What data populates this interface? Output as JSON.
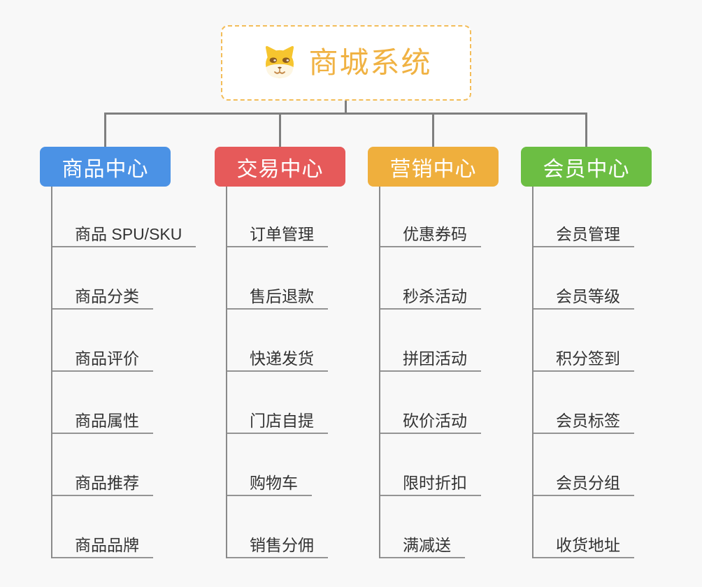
{
  "canvas": {
    "background": "#f8f8f8",
    "connector_color": "#7f7f7f",
    "underline_color": "#949494"
  },
  "root": {
    "title": "商城系统",
    "icon": "dog-face-icon",
    "text_color": "#f0b243",
    "border_color": "#f3bd59"
  },
  "branches": [
    {
      "label": "商品中心",
      "color": "#4b92e5",
      "children": [
        "商品 SPU/SKU",
        "商品分类",
        "商品评价",
        "商品属性",
        "商品推荐",
        "商品品牌"
      ]
    },
    {
      "label": "交易中心",
      "color": "#e65a5a",
      "children": [
        "订单管理",
        "售后退款",
        "快递发货",
        "门店自提",
        "购物车",
        "销售分佣"
      ]
    },
    {
      "label": "营销中心",
      "color": "#efaf3d",
      "children": [
        "优惠券码",
        "秒杀活动",
        "拼团活动",
        "砍价活动",
        "限时折扣",
        "满减送"
      ]
    },
    {
      "label": "会员中心",
      "color": "#6cbe43",
      "children": [
        "会员管理",
        "会员等级",
        "积分签到",
        "会员标签",
        "会员分组",
        "收货地址"
      ]
    }
  ]
}
